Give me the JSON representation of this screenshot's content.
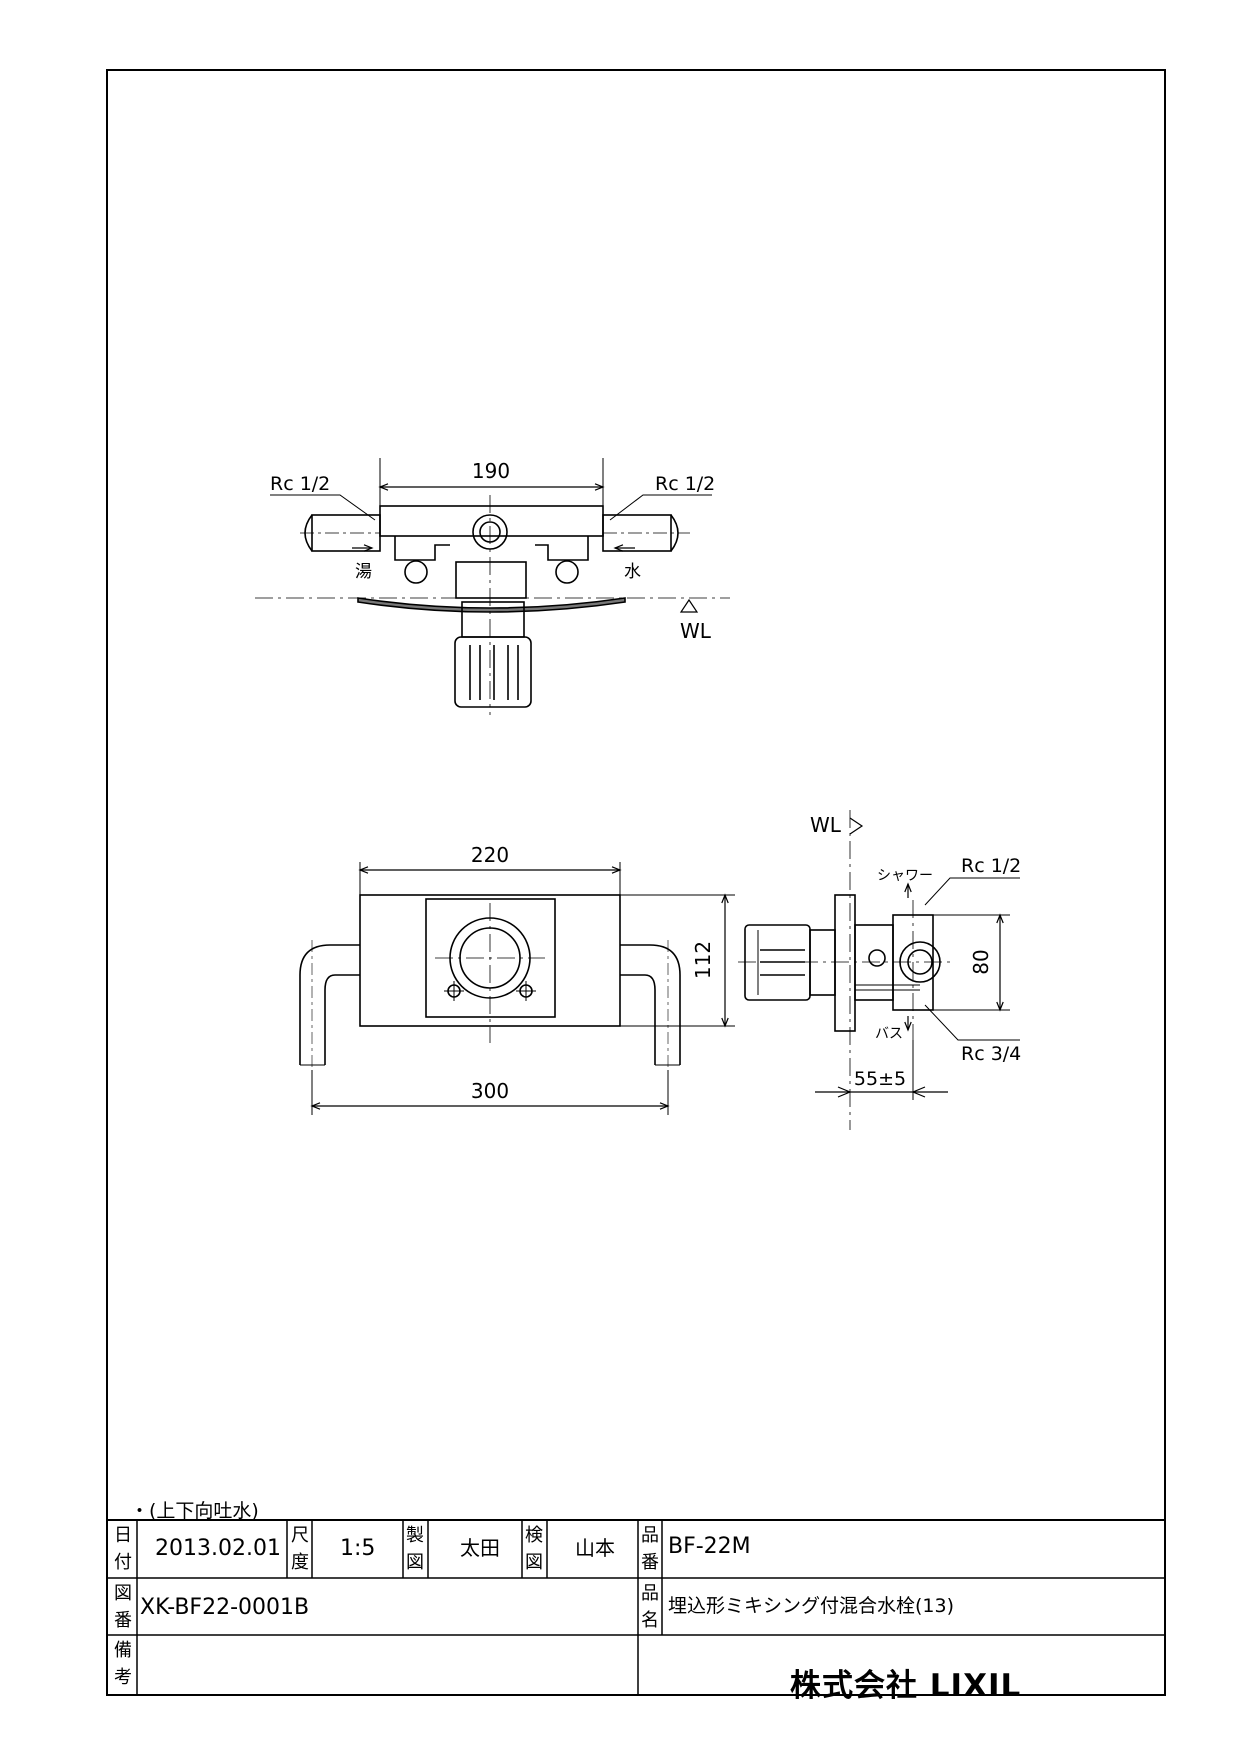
{
  "drawing": {
    "top_view": {
      "width_dim": "190",
      "conn_left": "Rc 1/2",
      "conn_right": "Rc 1/2",
      "hot_label": "湯",
      "cold_label": "水",
      "wl_label": "WL"
    },
    "front_view": {
      "plate_width_dim": "220",
      "overall_width_dim": "300",
      "height_dim": "112"
    },
    "side_view": {
      "wl_label": "WL",
      "shower_label": "シャワー",
      "bath_label": "バス",
      "top_conn": "Rc 1/2",
      "bottom_conn": "Rc 3/4",
      "height_dim": "80",
      "depth_dim": "55±5"
    }
  },
  "note": "・(上下向吐水)",
  "title_block": {
    "date_label": "日付",
    "date": "2013.02.01",
    "scale_label": "尺度",
    "scale": "1:5",
    "drawn_label": "製図",
    "drawn_by": "太田",
    "checked_label": "検図",
    "checked_by": "山本",
    "product_no_label": "品番",
    "product_no": "BF-22M",
    "drawing_no_label": "図番",
    "drawing_no": "XK-BF22-0001B",
    "product_name_label": "品名",
    "product_name": "埋込形ミキシング付混合水栓(13)",
    "remarks_label": "備考",
    "remarks": "",
    "company": "株式会社 LIXIL"
  }
}
